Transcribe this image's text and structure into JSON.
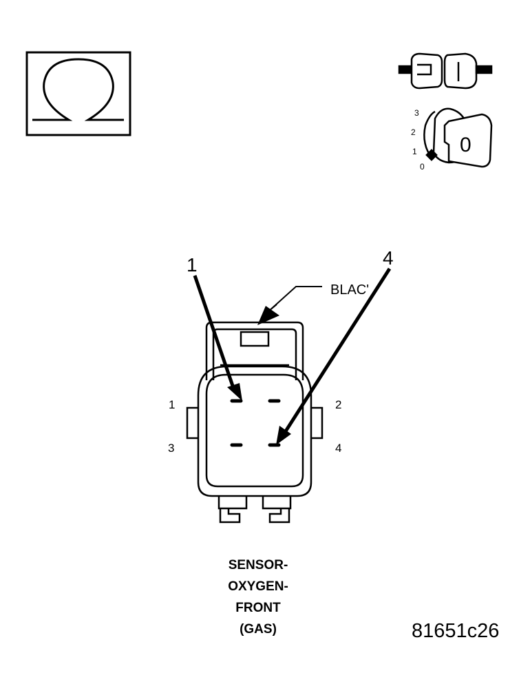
{
  "diagram": {
    "callouts": {
      "arrow_1": "1",
      "arrow_4": "4",
      "color_label": "BLAC'"
    },
    "pin_numbers": [
      "1",
      "2",
      "3",
      "4"
    ],
    "ignition_positions": [
      "3",
      "2",
      "1",
      "0"
    ],
    "ignition_key_label": "0",
    "caption_lines": [
      "SENSOR-",
      "OXYGEN-",
      "FRONT",
      "(GAS)"
    ],
    "figure_id": "81651c26"
  }
}
